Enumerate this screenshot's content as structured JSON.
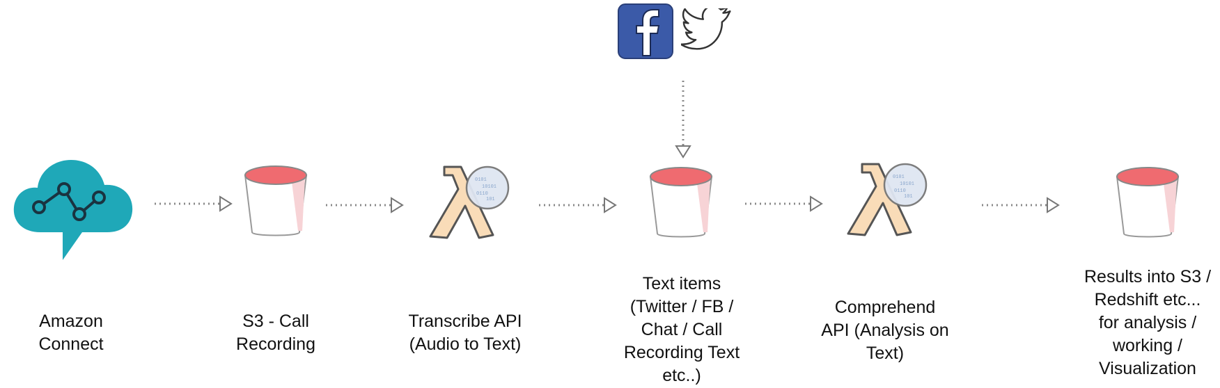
{
  "diagram": {
    "nodes": [
      {
        "id": "amazon-connect",
        "icon": "amazon-connect-cloud-icon",
        "label": "Amazon\nConnect"
      },
      {
        "id": "s3-call-recording",
        "icon": "s3-bucket-icon",
        "label": "S3 - Call\nRecording"
      },
      {
        "id": "transcribe-api",
        "icon": "lambda-icon",
        "label": "Transcribe API\n(Audio to Text)"
      },
      {
        "id": "text-items",
        "icon": "s3-bucket-icon",
        "label": "Text items\n(Twitter / FB /\nChat / Call\nRecording Text\netc..)"
      },
      {
        "id": "comprehend-api",
        "icon": "lambda-icon",
        "label": "Comprehend\nAPI (Analysis on\nText)"
      },
      {
        "id": "results",
        "icon": "s3-bucket-icon",
        "label": "Results into S3 /\nRedshift etc...\nfor analysis /\nworking /\nVisualization"
      }
    ],
    "sources": [
      {
        "id": "facebook",
        "icon": "facebook-icon"
      },
      {
        "id": "twitter",
        "icon": "twitter-bird-icon"
      }
    ],
    "edges": [
      {
        "from": "amazon-connect",
        "to": "s3-call-recording",
        "style": "dotted"
      },
      {
        "from": "s3-call-recording",
        "to": "transcribe-api",
        "style": "dotted"
      },
      {
        "from": "transcribe-api",
        "to": "text-items",
        "style": "dotted"
      },
      {
        "from": "text-items",
        "to": "comprehend-api",
        "style": "dotted"
      },
      {
        "from": "comprehend-api",
        "to": "results",
        "style": "dotted"
      },
      {
        "from": "facebook",
        "to": "text-items",
        "style": "dotted"
      }
    ],
    "colors": {
      "connect_teal": "#1fa8b8",
      "bucket_top": "#ef6b70",
      "lambda_fill": "#f9dcb8",
      "facebook_blue": "#3b5aa8",
      "arrow_gray": "#888888"
    }
  }
}
